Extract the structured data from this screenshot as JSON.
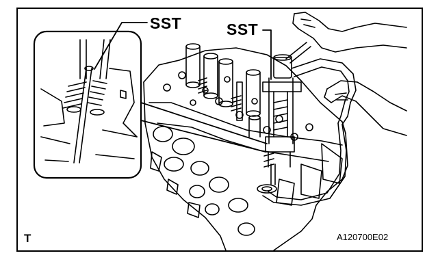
{
  "callouts": {
    "sst_left": "SST",
    "sst_right": "SST"
  },
  "corner_mark": "T",
  "figure_code": "A120700E02",
  "colors": {
    "ink": "#000000",
    "paper": "#ffffff"
  }
}
